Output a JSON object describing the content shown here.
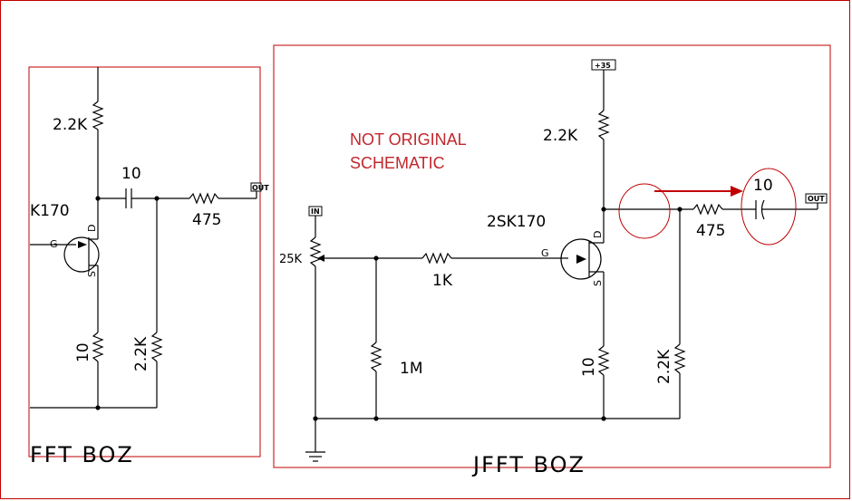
{
  "colors": {
    "annotation": "#c00000",
    "wire": "#000000"
  },
  "left_panel": {
    "r_top": "2.2K",
    "cap": "10",
    "transistor": "K170",
    "r_series": "475",
    "r_source": "10",
    "r_load": "2.2K",
    "out": "OUT",
    "title": "FFT BOZ",
    "gate": "G",
    "drain": "D",
    "source": "S"
  },
  "right_panel": {
    "supply": "+35",
    "input": "IN",
    "note_line1": "NOT ORIGINAL",
    "note_line2": "SCHEMATIC",
    "r_drain": "2.2K",
    "transistor": "2SK170",
    "pot": "25K",
    "r_gate": "1K",
    "r_bias": "1M",
    "r_source": "10",
    "r_load": "2.2K",
    "r_series": "475",
    "cap": "10",
    "out": "OUT",
    "title": "JFFT BOZ",
    "gate": "G",
    "drain": "D",
    "source": "S"
  }
}
